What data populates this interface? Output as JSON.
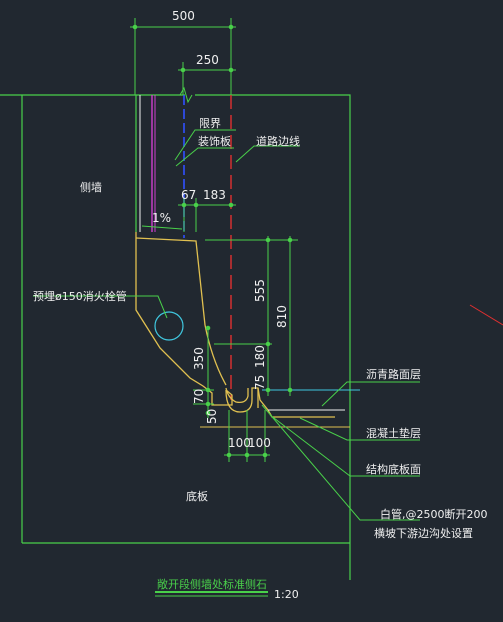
{
  "labels": {
    "property_line": "限界",
    "decorative_panel": "装饰板",
    "road_edge_line": "道路边线",
    "side_wall": "侧墙",
    "embedded_pipe": "预埋ø150消火栓管",
    "asphalt_layer": "沥青路面层",
    "concrete_cushion": "混凝土垫层",
    "base_slab_surface": "结构底板面",
    "pipe_note_line1": "白管,@2500断开200",
    "pipe_note_line2": "横坡下游边沟处设置",
    "base_slab": "底板"
  },
  "dimensions": {
    "d500": "500",
    "d250": "250",
    "d67": "67",
    "d183": "183",
    "slope": "1%",
    "d555": "555",
    "d810": "810",
    "d350": "350",
    "d180": "180",
    "d75": "75",
    "d70": "70",
    "d50": "50",
    "d100a": "100",
    "d100b": "100"
  },
  "title": {
    "text": "敞开段侧墙处标准侧石",
    "scale": "1:20"
  },
  "colors": {
    "background": "#212830",
    "green": "#49d04a",
    "yellow": "#e0c050",
    "white": "#f0f0f0",
    "blue": "#3050ff",
    "magenta": "#d040d0",
    "red": "#e03030",
    "cyan": "#40c8e0"
  }
}
